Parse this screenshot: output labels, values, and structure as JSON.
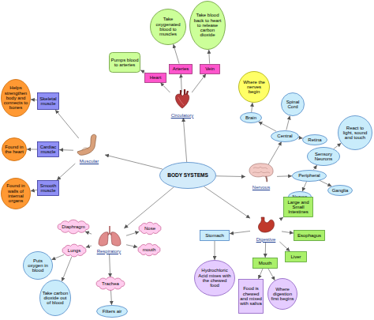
{
  "diagram": {
    "nodes": [
      {
        "text": [
          "BODY SYSTEMS"
        ]
      },
      {
        "text": [
          "Circulatory"
        ]
      },
      {
        "text": [
          "Heart"
        ]
      },
      {
        "text": [
          "Arteries"
        ]
      },
      {
        "text": [
          "Vein"
        ]
      },
      {
        "text": [
          "Pumps blood to arteries"
        ]
      },
      {
        "text": [
          "Take oxygenated blood to muscles"
        ]
      },
      {
        "text": [
          "Take blood back to heart to release carbon dioxide"
        ]
      },
      {
        "text": [
          "Nervous"
        ]
      },
      {
        "text": [
          "Central"
        ]
      },
      {
        "text": [
          "Peripheral"
        ]
      },
      {
        "text": [
          "Brain"
        ]
      },
      {
        "text": [
          "Spinal Cord"
        ]
      },
      {
        "text": [
          "Retina"
        ]
      },
      {
        "text": [
          "Where the nerves begin"
        ]
      },
      {
        "text": [
          "Sensory Neurons"
        ]
      },
      {
        "text": [
          "Nerves"
        ]
      },
      {
        "text": [
          "Ganglia"
        ]
      },
      {
        "text": [
          "React to light, sound and touch"
        ]
      },
      {
        "text": [
          "Digestive"
        ]
      },
      {
        "text": [
          "Stomach"
        ]
      },
      {
        "text": [
          "Large and Small Intestines"
        ]
      },
      {
        "text": [
          "Esophagus"
        ]
      },
      {
        "text": [
          "Liver"
        ]
      },
      {
        "text": [
          "Mouth"
        ]
      },
      {
        "text": [
          "Hydrochloric Acid mixes with the chewed food"
        ]
      },
      {
        "text": [
          "Food is chewed and mixed with saliva"
        ]
      },
      {
        "text": [
          "Where digestion first begins"
        ]
      },
      {
        "text": [
          "Respiratory"
        ]
      },
      {
        "text": [
          "Diaphragm"
        ]
      },
      {
        "text": [
          "Lungs"
        ]
      },
      {
        "text": [
          "Nose"
        ]
      },
      {
        "text": [
          "mouth"
        ]
      },
      {
        "text": [
          "Trachea"
        ]
      },
      {
        "text": [
          "Puts oxygen in blood"
        ]
      },
      {
        "text": [
          "Take carbon dioxide out of blood"
        ]
      },
      {
        "text": [
          "Filters air"
        ]
      },
      {
        "text": [
          "Muscular"
        ]
      },
      {
        "text": [
          "Skeletal muscle"
        ]
      },
      {
        "text": [
          "Cardiac muscle"
        ]
      },
      {
        "text": [
          "Smooth muscle"
        ]
      },
      {
        "text": [
          "Helps strengthen body and connects to bones"
        ]
      },
      {
        "text": [
          "Found in the heart"
        ]
      },
      {
        "text": [
          "Found in walls of internal organs"
        ]
      }
    ],
    "edges": [
      {
        "from": 0,
        "to": 1,
        "arrow": "to"
      },
      {
        "from": 0,
        "to": 8,
        "arrow": "to"
      },
      {
        "from": 0,
        "to": 19,
        "arrow": "to"
      },
      {
        "from": 0,
        "to": 28,
        "arrow": "to"
      },
      {
        "from": 0,
        "to": 37,
        "arrow": "to"
      },
      {
        "from": 1,
        "to": 2,
        "arrow": "to"
      },
      {
        "from": 1,
        "to": 3,
        "arrow": "to"
      },
      {
        "from": 1,
        "to": 4,
        "arrow": "to"
      },
      {
        "from": 2,
        "to": 5,
        "arrow": "to"
      },
      {
        "from": 3,
        "to": 6,
        "arrow": "to"
      },
      {
        "from": 4,
        "to": 7,
        "arrow": "to"
      },
      {
        "from": 8,
        "to": 9,
        "arrow": "to"
      },
      {
        "from": 8,
        "to": 10,
        "arrow": "to"
      },
      {
        "from": 9,
        "to": 11,
        "arrow": "to"
      },
      {
        "from": 9,
        "to": 12,
        "arrow": "to"
      },
      {
        "from": 9,
        "to": 13,
        "arrow": "to"
      },
      {
        "from": 11,
        "to": 14,
        "arrow": "to"
      },
      {
        "from": 10,
        "to": 15,
        "arrow": "to"
      },
      {
        "from": 10,
        "to": 16,
        "arrow": "to"
      },
      {
        "from": 10,
        "to": 17,
        "arrow": "to"
      },
      {
        "from": 15,
        "to": 18,
        "arrow": "to"
      },
      {
        "from": 19,
        "to": 20,
        "arrow": "to"
      },
      {
        "from": 19,
        "to": 21,
        "arrow": "to"
      },
      {
        "from": 19,
        "to": 22,
        "arrow": "to"
      },
      {
        "from": 19,
        "to": 23,
        "arrow": "to"
      },
      {
        "from": 19,
        "to": 24,
        "arrow": "to"
      },
      {
        "from": 20,
        "to": 25,
        "arrow": "to"
      },
      {
        "from": 24,
        "to": 26,
        "arrow": "to"
      },
      {
        "from": 24,
        "to": 27,
        "arrow": "to"
      },
      {
        "from": 28,
        "to": 29,
        "arrow": "to"
      },
      {
        "from": 28,
        "to": 30,
        "arrow": "to"
      },
      {
        "from": 28,
        "to": 31,
        "arrow": "to"
      },
      {
        "from": 28,
        "to": 32,
        "arrow": "to"
      },
      {
        "from": 28,
        "to": 33,
        "arrow": "to"
      },
      {
        "from": 30,
        "to": 34,
        "arrow": "to"
      },
      {
        "from": 30,
        "to": 35,
        "arrow": "to"
      },
      {
        "from": 33,
        "to": 36,
        "arrow": "to"
      },
      {
        "from": 37,
        "to": 38,
        "arrow": "to"
      },
      {
        "from": 37,
        "to": 39,
        "arrow": "to"
      },
      {
        "from": 37,
        "to": 40,
        "arrow": "to"
      },
      {
        "from": 38,
        "to": 41,
        "arrow": "to"
      },
      {
        "from": 39,
        "to": 42,
        "arrow": "to"
      },
      {
        "from": 40,
        "to": 43,
        "arrow": "to"
      }
    ]
  }
}
